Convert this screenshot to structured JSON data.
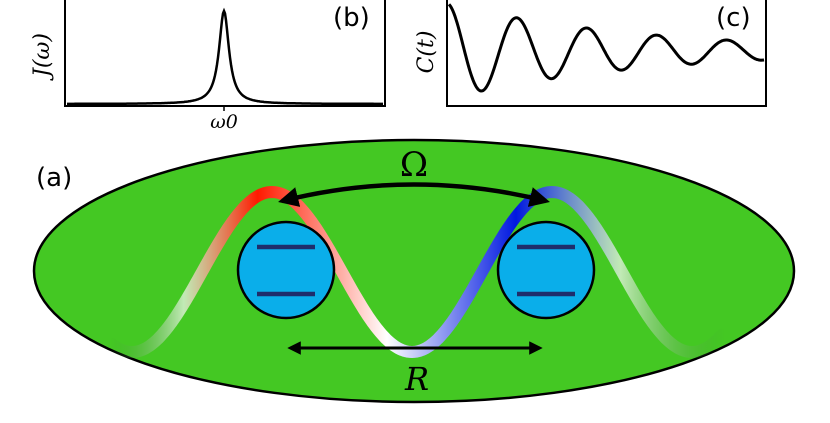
{
  "panels": {
    "a": {
      "label": "(a)"
    },
    "b": {
      "label": "(b)",
      "ylabel": "J(ω)",
      "xtick": "ω0"
    },
    "c": {
      "label": "(c)",
      "ylabel": "C(t)"
    }
  },
  "diagram": {
    "coupling_label": "Ω",
    "distance_label": "R"
  },
  "colors": {
    "bath": "#44c823",
    "emitter": "#0aaeea",
    "emitter_levels": "#1f2d6b",
    "wave_positive": "#ff0000",
    "wave_negative": "#0018e0"
  }
}
